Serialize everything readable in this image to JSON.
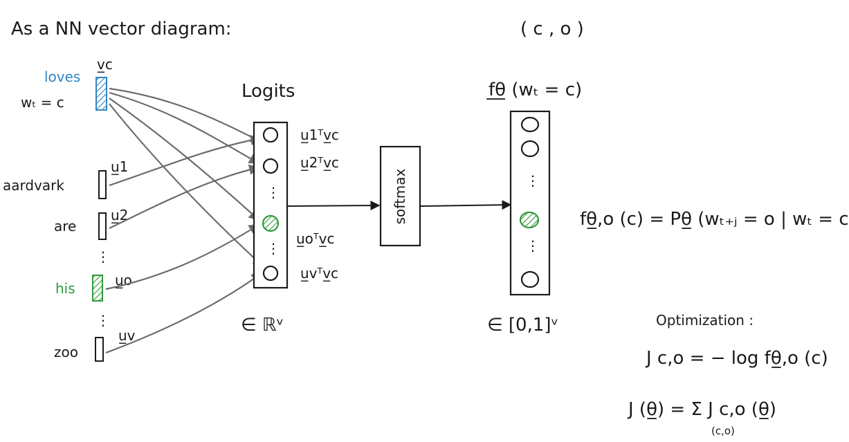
{
  "heading": "As a NN vector diagram:",
  "pair": "( c , o )",
  "input": {
    "center_word": "loves",
    "center_vec": "v̲c",
    "center_eq": "wₜ = c",
    "words": [
      {
        "label": "aardvark",
        "vec": "u̲1"
      },
      {
        "label": "are",
        "vec": "u̲2"
      },
      {
        "label": "his",
        "vec": "u̲o"
      },
      {
        "label": "zoo",
        "vec": "u̲v"
      }
    ],
    "dots": "⋮"
  },
  "logits": {
    "title": "Logits",
    "labels": [
      "u̲1ᵀv̲c",
      "u̲2ᵀv̲c",
      "u̲oᵀv̲c",
      "u̲vᵀv̲c"
    ],
    "dots": "⋮",
    "domain": "∈ ℝᵛ"
  },
  "softmax": {
    "label": "softmax"
  },
  "output": {
    "title": "f̲θ̲ (wₜ = c)",
    "dots": "⋮",
    "domain": "∈ [0,1]ᵛ"
  },
  "equation": "fθ̲,o (c) = Pθ̲ (wₜ₊ⱼ = o | wₜ = c)",
  "optimization": {
    "title": "Optimization :",
    "loss1": "J c,o = − log fθ̲,o (c)",
    "loss2": "J (θ̲) = Σ J c,o (θ̲)",
    "sum_sub": "(c,o)"
  },
  "colors": {
    "ink": "#1a1a1a",
    "arrow": "#6b6b6b",
    "blue": "#2f86c4",
    "green": "#2e9a3a"
  }
}
